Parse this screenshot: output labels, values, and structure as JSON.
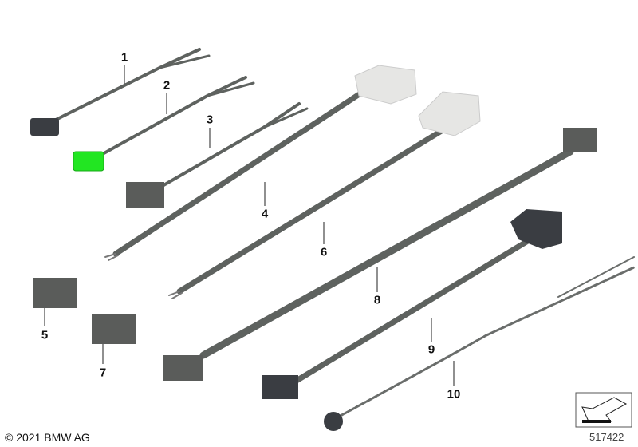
{
  "callouts": [
    "1",
    "2",
    "3",
    "4",
    "5",
    "6",
    "7",
    "8",
    "9",
    "10"
  ],
  "copyright": "© 2021 BMW AG",
  "diagram_number": "517422",
  "colors": {
    "highlight": "#22e622",
    "cable": "#5e625f",
    "connector_dark": "#3a3d42",
    "connector_light": "#e6e6e4",
    "box": "#5a5c5a"
  },
  "highlighted_part": "2"
}
